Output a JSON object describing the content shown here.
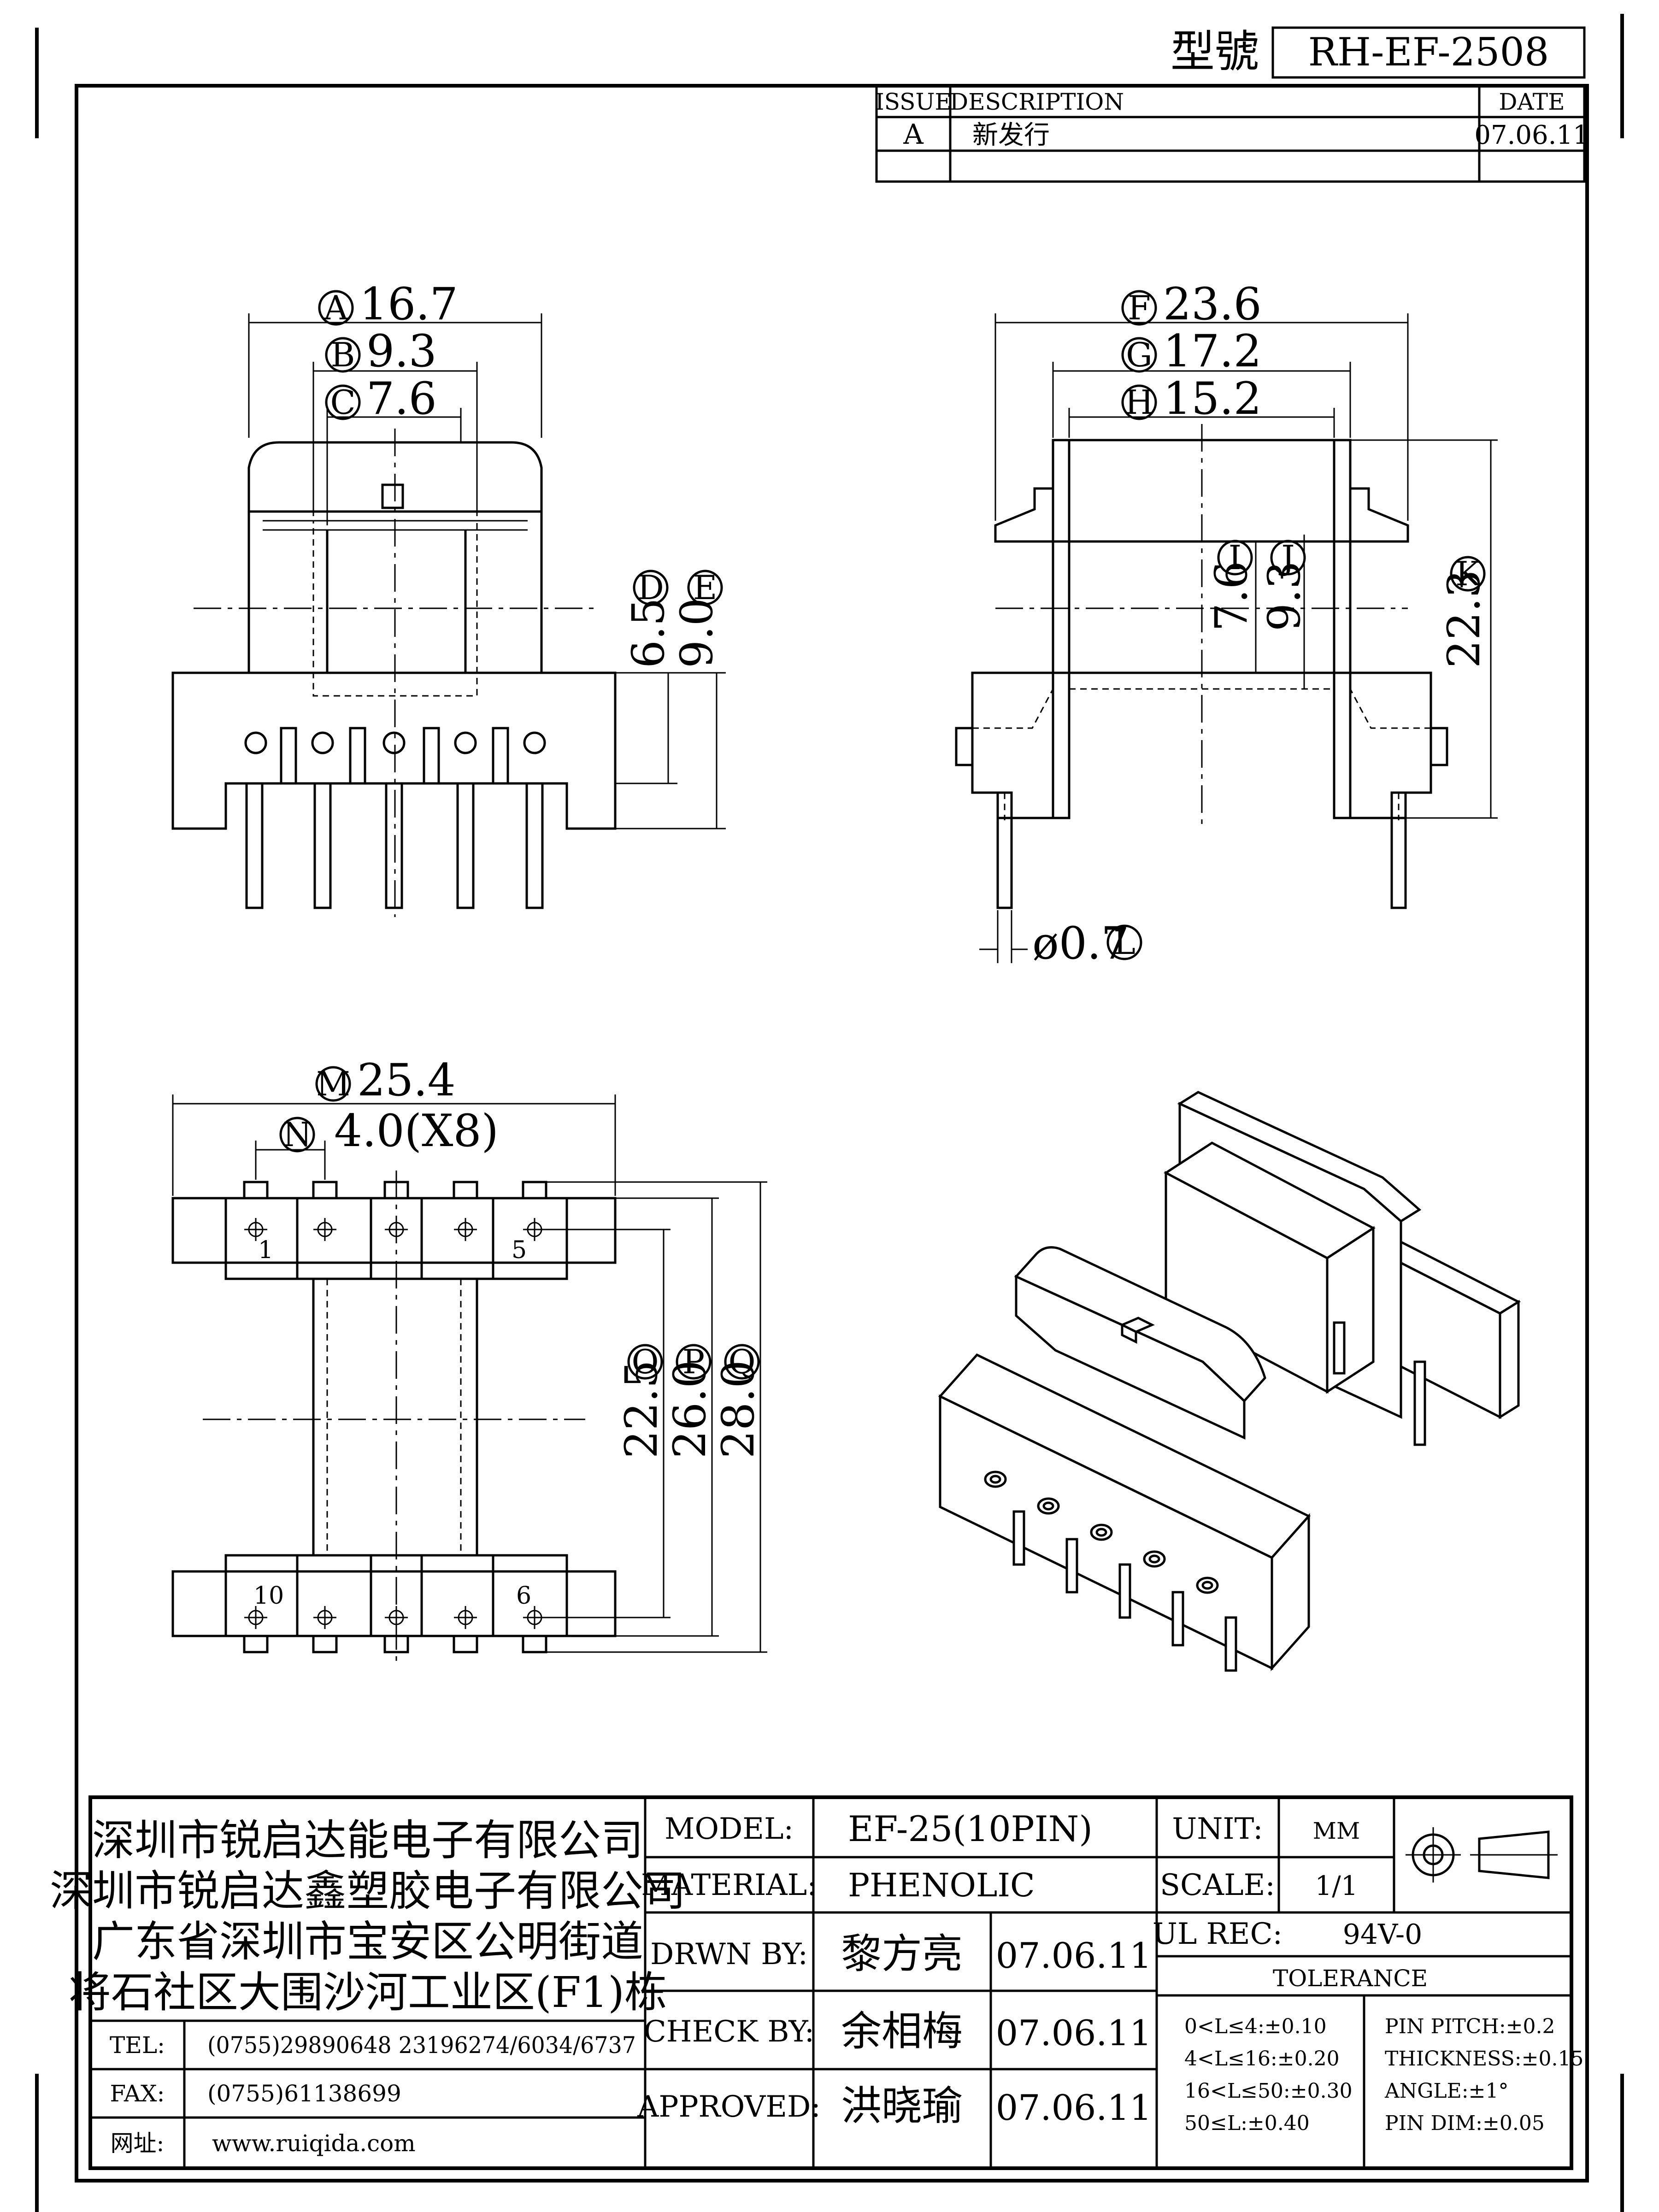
{
  "header": {
    "model_label": "型號",
    "model_no": "RH-EF-2508"
  },
  "revision_table": {
    "headers": [
      "ISSUE",
      "DESCRIPTION",
      "DATE"
    ],
    "rows": [
      [
        "A",
        "新发行",
        "07.06.11"
      ],
      [
        "",
        "",
        ""
      ]
    ]
  },
  "dimensions": {
    "A": "16.7",
    "B": "9.3",
    "C": "7.6",
    "D": "6.5",
    "E": "9.0",
    "F": "23.6",
    "G": "17.2",
    "H": "15.2",
    "I": "7.6",
    "J": "9.3",
    "K": "22.3",
    "L": "ø0.7",
    "M": "25.4",
    "N": "4.0(X8)",
    "O": "22.5",
    "P": "26.0",
    "Q": "28.0"
  },
  "pin_numbers": [
    "1",
    "5",
    "10",
    "6"
  ],
  "company": {
    "name1": "深圳市锐启达能电子有限公司",
    "name2": "深圳市锐启达鑫塑胶电子有限公司",
    "address1": "广东省深圳市宝安区公明街道",
    "address2": "将石社区大围沙河工业区(F1)栋",
    "tel_label": "TEL:",
    "tel": "(0755)29890648  23196274/6034/6737",
    "fax_label": "FAX:",
    "fax": "(0755)61138699",
    "web_label": "网址:",
    "web": "www.ruiqida.com"
  },
  "title_block": {
    "model_label": "MODEL:",
    "model": "EF-25(10PIN)",
    "material_label": "MATERIAL:",
    "material": "PHENOLIC",
    "drawn_label": "DRWN BY:",
    "drawn_by": "黎方亮",
    "drawn_date": "07.06.11",
    "check_label": "CHECK BY:",
    "check_by": "余相梅",
    "check_date": "07.06.11",
    "approved_label": "APPROVED:",
    "approved_by": "洪晓瑜",
    "approved_date": "07.06.11",
    "unit_label": "UNIT:",
    "unit": "MM",
    "scale_label": "SCALE:",
    "scale": "1/1",
    "ul_label": "UL REC:",
    "ul": "94V-0",
    "tolerance_label": "TOLERANCE",
    "tolerance_left": [
      "0<L≤4:±0.10",
      "4<L≤16:±0.20",
      "16<L≤50:±0.30",
      "50≤L:±0.40"
    ],
    "tolerance_right": [
      "PIN PITCH:±0.2",
      "THICKNESS:±0.15",
      "ANGLE:±1°",
      "PIN DIM:±0.05"
    ]
  }
}
